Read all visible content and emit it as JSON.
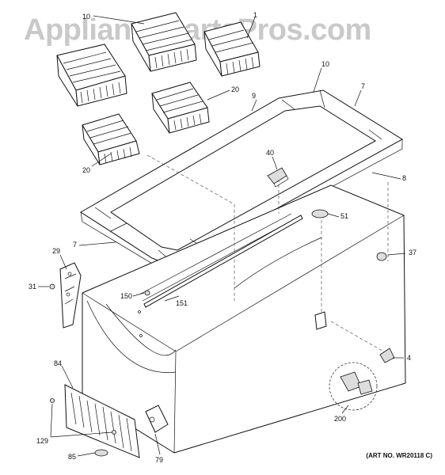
{
  "watermark": "AppliancePartsPros.com",
  "art_number": "(ART NO. WR20118 C)",
  "part_labels": {
    "p1": "1",
    "p4": "4",
    "p7a": "7",
    "p7b": "7",
    "p8": "8",
    "p9": "9",
    "p10a": "10",
    "p10b": "10",
    "p20a": "20",
    "p20b": "20",
    "p29": "29",
    "p31": "31",
    "p37": "37",
    "p40": "40",
    "p51": "51",
    "p79": "79",
    "p84": "84",
    "p85": "85",
    "p129": "129",
    "p150": "150",
    "p151": "151",
    "p200": "200"
  }
}
